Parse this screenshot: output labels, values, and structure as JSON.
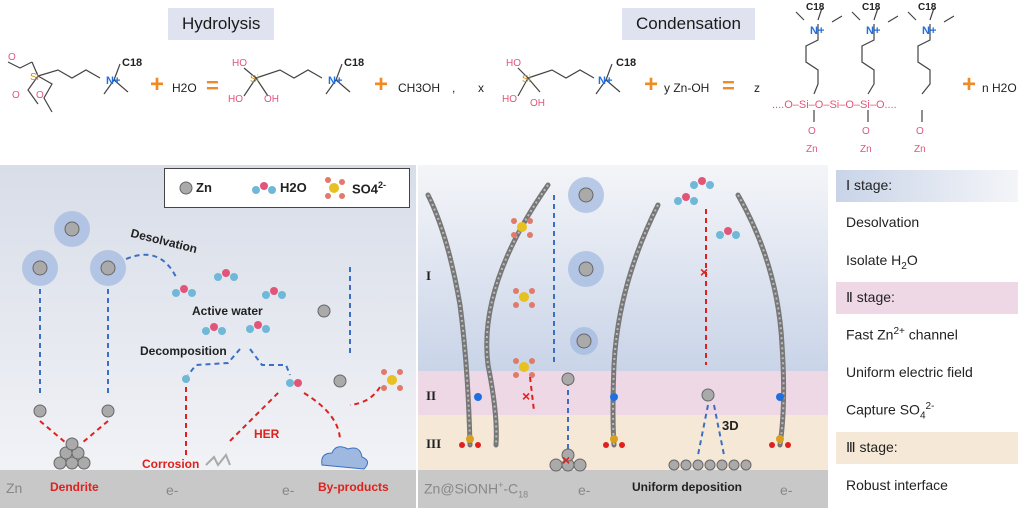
{
  "top": {
    "hydrolysis_title": "Hydrolysis",
    "condensation_title": "Condensation",
    "eq1": {
      "reactant_chain_label": "C18",
      "plus1": "+",
      "water": "H2O",
      "equals": "=",
      "product_label": "C18",
      "plus2": "+",
      "methanol": "CH3OH",
      "comma": ","
    },
    "eq2": {
      "x": "x",
      "chain_label": "C18",
      "plus1": "+",
      "zn_oh": "y Zn-OH",
      "equals": "=",
      "z": "z",
      "plus2": "+",
      "water": "n H2O"
    }
  },
  "left_panel": {
    "legend": {
      "zn": "Zn",
      "h2o": "H2O",
      "so4": "SO4",
      "so4_charge": "2-"
    },
    "labels": {
      "desolvation": "Desolvation",
      "active_water": "Active water",
      "decomposition": "Decomposition",
      "her": "HER",
      "corrosion": "Corrosion",
      "dendrite": "Dendrite",
      "byproducts": "By-products",
      "substrate": "Zn",
      "e1": "e-",
      "e2": "e-"
    }
  },
  "middle_panel": {
    "stage_labels": [
      "I",
      "II",
      "III"
    ],
    "label_3d": "3D",
    "uniform": "Uniform deposition",
    "substrate": "Zn@SiONH+-C18",
    "e1": "e-",
    "e2": "e-"
  },
  "right_panel": {
    "stage1_title": "Ⅰ stage:",
    "desolvation": "Desolvation",
    "isolate": "Isolate H2O",
    "stage2_title": "Ⅱ stage:",
    "fast_zn": "Fast Zn2+ channel",
    "uniform_field": "Uniform electric field",
    "capture": "Capture SO42-",
    "stage3_title": "Ⅲ stage:",
    "robust": "Robust interface"
  },
  "colors": {
    "orange_plus": "#f08a24",
    "blue_n": "#1f6fe0",
    "pink_atoms": "#e2557a",
    "red_arrow": "#e0201c",
    "blue_arrow": "#3a6fc4",
    "stage1_bg": "#c9d4e8",
    "stage2_bg": "#efd8e6",
    "stage3_bg": "#f6e8d6"
  }
}
